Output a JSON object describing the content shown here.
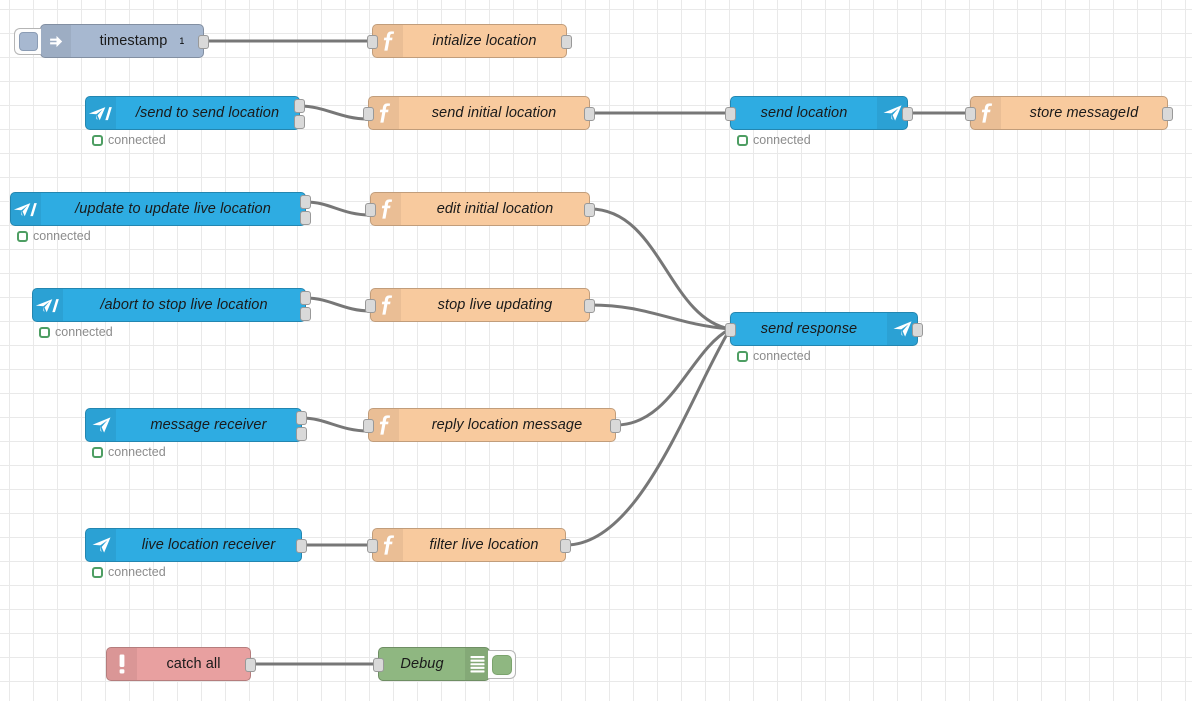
{
  "canvas": {
    "grid_color": "#e9e9e9",
    "background": "#ffffff",
    "wire_color": "#777777"
  },
  "palette": {
    "inject": "#a7b8d0",
    "function": "#f8ca9e",
    "telegram": "#2eace2",
    "catch": "#e8a0a0",
    "debug": "#8fb781",
    "status_green": "#4e9e63",
    "status_text": "#8c8c8c"
  },
  "status": {
    "connected": "connected"
  },
  "nodes": {
    "timestamp": {
      "label": "timestamp",
      "badge": "1",
      "icon": "inject-arrow-icon"
    },
    "initialize_location": {
      "label": "intialize location",
      "icon": "function-f-icon"
    },
    "send_command": {
      "label": "/send to send location",
      "icon": "telegram-command-icon"
    },
    "send_initial_location": {
      "label": "send initial location",
      "icon": "function-f-icon"
    },
    "send_location": {
      "label": "send location",
      "icon": "telegram-plane-icon"
    },
    "store_message_id": {
      "label": "store messageId",
      "icon": "function-f-icon"
    },
    "update_command": {
      "label": "/update to update live location",
      "icon": "telegram-command-icon"
    },
    "edit_initial_location": {
      "label": "edit initial location",
      "icon": "function-f-icon"
    },
    "abort_command": {
      "label": "/abort to stop live location",
      "icon": "telegram-command-icon"
    },
    "stop_live_updating": {
      "label": "stop live updating",
      "icon": "function-f-icon"
    },
    "send_response": {
      "label": "send response",
      "icon": "telegram-plane-icon"
    },
    "message_receiver": {
      "label": "message receiver",
      "icon": "telegram-plane-icon"
    },
    "reply_location_message": {
      "label": "reply location message",
      "icon": "function-f-icon"
    },
    "live_location_receiver": {
      "label": "live location receiver",
      "icon": "telegram-plane-icon"
    },
    "filter_live_location": {
      "label": "filter live location",
      "icon": "function-f-icon"
    },
    "catch_all": {
      "label": "catch all",
      "icon": "exclamation-icon"
    },
    "debug": {
      "label": "Debug",
      "icon": "debug-lines-icon"
    }
  }
}
